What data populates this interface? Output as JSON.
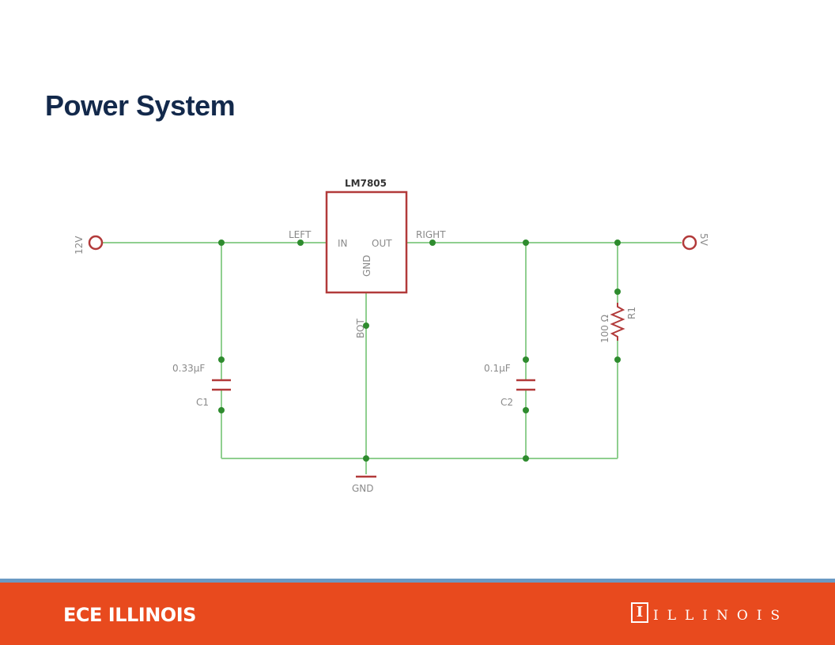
{
  "slide": {
    "title": "Power System"
  },
  "schematic": {
    "regulator": {
      "name": "LM7805",
      "in_pin": "IN",
      "out_pin": "OUT",
      "gnd_pin": "GND"
    },
    "nets": {
      "left": "LEFT",
      "right": "RIGHT",
      "bot": "BOT",
      "gnd": "GND"
    },
    "ports": {
      "input": "12V",
      "output": "5V"
    },
    "c1": {
      "value": "0.33µF",
      "name": "C1"
    },
    "c2": {
      "value": "0.1µF",
      "name": "C2"
    },
    "r1": {
      "value": "100 Ω",
      "name": "R1"
    },
    "colors": {
      "wire": "#8fcf8f",
      "component": "#b23a3a",
      "junction": "#2e8b2e"
    }
  },
  "footer": {
    "brand": "ECE ILLINOIS",
    "logo_letter": "I",
    "wordmark": "ILLINOIS",
    "color": "#e84a1e"
  }
}
